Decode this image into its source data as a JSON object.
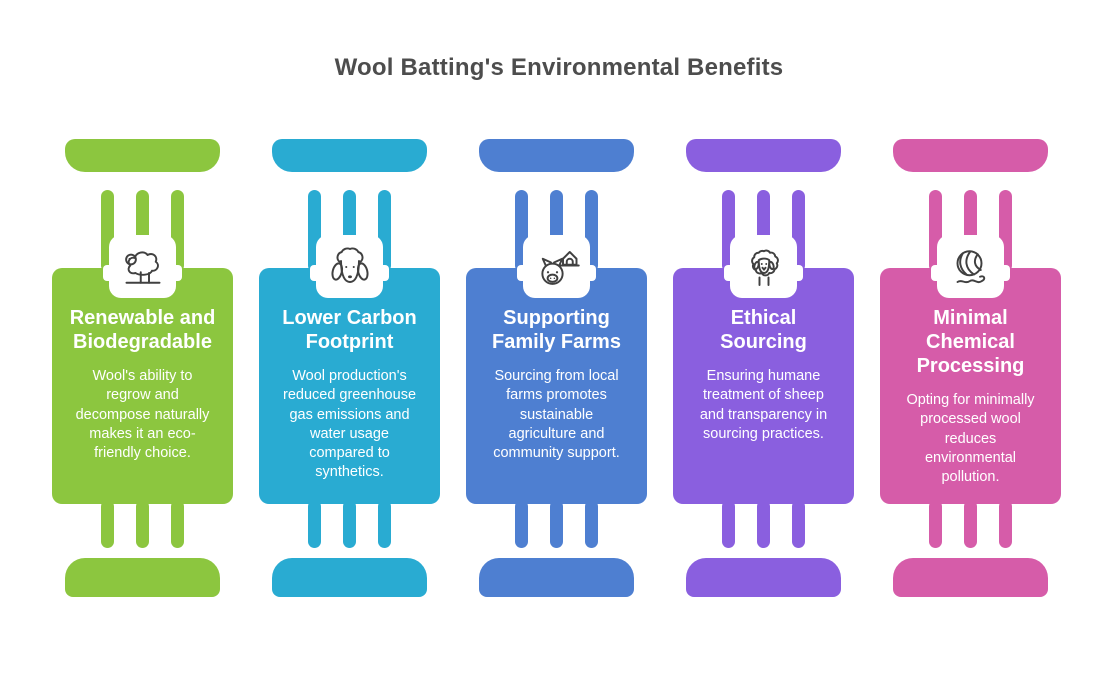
{
  "title": "Wool Batting's Environmental Benefits",
  "title_color": "#4d4d4d",
  "background_color": "#ffffff",
  "icon_stroke_color": "#404040",
  "columns": [
    {
      "id": "renewable-and-biodegradable",
      "color": "#8CC63F",
      "icon": "sheep-standing-icon",
      "title": "Renewable and\nBiodegradable",
      "description": "Wool's ability to\nregrow and\ndecompose naturally\nmakes it an eco-\nfriendly choice."
    },
    {
      "id": "lower-carbon-footprint",
      "color": "#29ABD2",
      "icon": "sheep-head-icon",
      "title": "Lower Carbon\nFootprint",
      "description": "Wool production's\nreduced greenhouse\ngas emissions and\nwater usage\ncompared to\nsynthetics."
    },
    {
      "id": "supporting-family-farms",
      "color": "#4E7FD1",
      "icon": "pig-and-barn-icon",
      "title": "Supporting\nFamily Farms",
      "description": "Sourcing from local\nfarms promotes\nsustainable\nagriculture and\ncommunity support."
    },
    {
      "id": "ethical-sourcing",
      "color": "#8A5FDF",
      "icon": "fluffy-sheep-icon",
      "title": "Ethical\nSourcing",
      "description": "Ensuring humane\ntreatment of sheep\nand transparency in\nsourcing practices."
    },
    {
      "id": "minimal-chemical-processing",
      "color": "#D65CA9",
      "icon": "yarn-ball-icon",
      "title": "Minimal\nChemical\nProcessing",
      "description": "Opting for minimally\nprocessed wool\nreduces\nenvironmental\npollution."
    }
  ]
}
